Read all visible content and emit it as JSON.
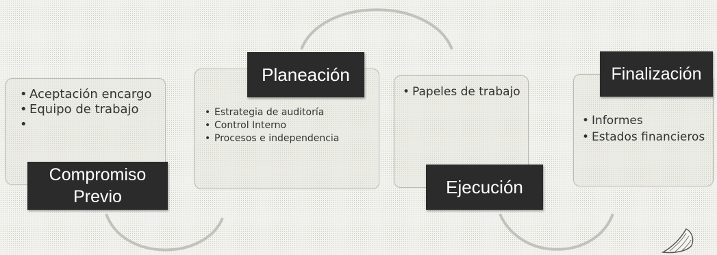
{
  "stages": [
    {
      "label_lines": [
        "Compromiso",
        "Previo"
      ],
      "items": [
        "Aceptación encargo",
        "Equipo de trabajo",
        ""
      ]
    },
    {
      "label_lines": [
        "Planeación"
      ],
      "items": [
        "Estrategia de auditoría",
        "Control Interno",
        "Procesos e independencia"
      ]
    },
    {
      "label_lines": [
        "Ejecución"
      ],
      "items": [
        "Papeles de trabajo"
      ]
    },
    {
      "label_lines": [
        "Finalización"
      ],
      "items": [
        "Informes",
        "Estados financieros"
      ]
    }
  ],
  "colors": {
    "label_bg": "#2b2b2b",
    "label_text": "#ffffff",
    "box_bg": "#ecece6",
    "box_border": "#bdbdb6",
    "arrow": "#c2c2bc",
    "text": "#333333"
  },
  "icons": {
    "corner": "page-curl-icon"
  }
}
